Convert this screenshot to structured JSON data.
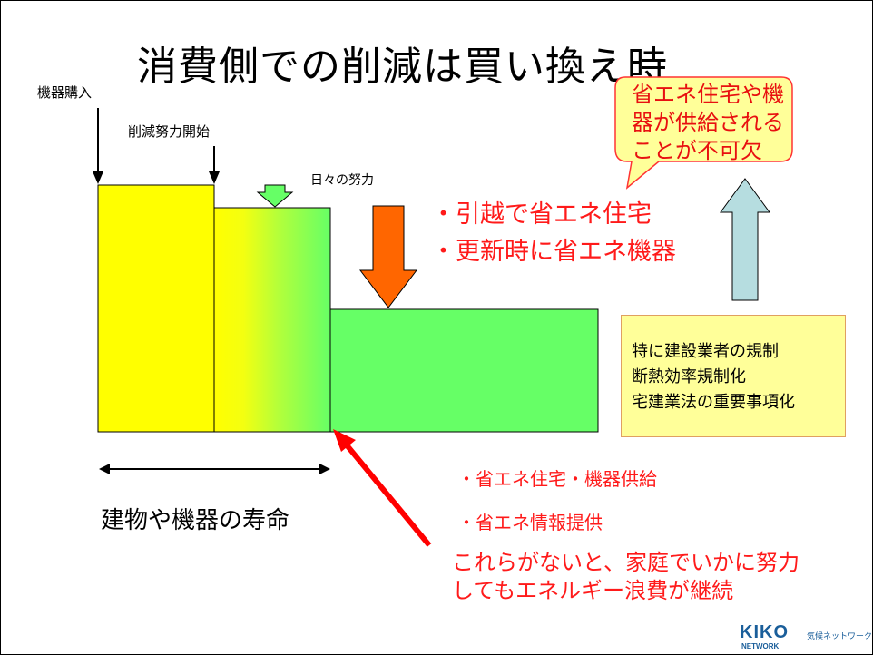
{
  "title": "消費側での削減は買い換え時",
  "labels": {
    "purchase": "機器購入",
    "start_effort": "削減努力開始",
    "daily_effort": "日々の努力",
    "lifetime": "建物や機器の寿命"
  },
  "bullets_upper": [
    "・引越で省エネ住宅",
    "・更新時に省エネ機器"
  ],
  "callout": {
    "lines": [
      "省エネ住宅や機",
      "器が供給される",
      "ことが不可欠"
    ]
  },
  "regulation_box": {
    "lines": [
      "特に建設業者の規制",
      "断熱効率規制化",
      "宅建業法の重要事項化"
    ]
  },
  "bullets_lower": [
    "・省エネ住宅・機器供給",
    "・省エネ情報提供"
  ],
  "conclusion": [
    "これらがないと、家庭でいかに努力",
    "してもエネルギー浪費が継続"
  ],
  "logo": {
    "main": "KIKO",
    "sub": "NETWORK",
    "jp": "気候ネットワーク"
  },
  "colors": {
    "yellow": "#ffff00",
    "green": "#66ff66",
    "orange": "#ff6600",
    "red": "#ff0000",
    "light_blue": "#b6dde0",
    "callout_fill": "#ffff99"
  }
}
